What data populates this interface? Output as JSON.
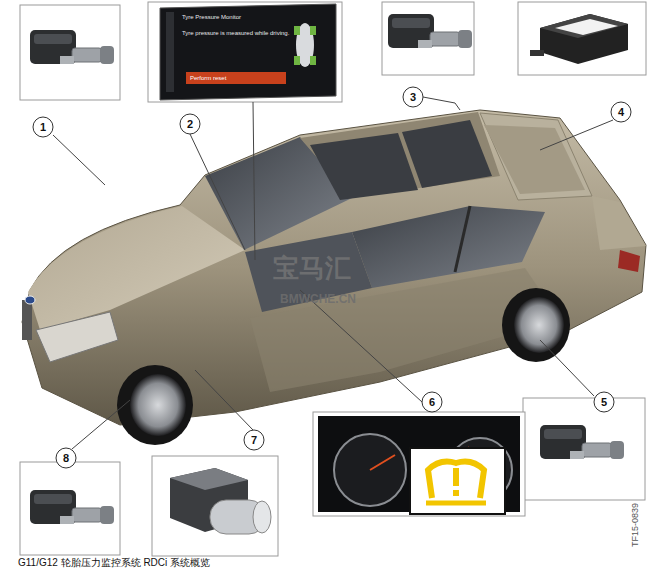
{
  "diagram": {
    "caption": "G11/G12 轮胎压力监控系统 RDCi 系统概览",
    "labels": [
      "1",
      "2",
      "3",
      "4",
      "5",
      "6",
      "7",
      "8",
      "Tyre Pressure Monitor",
      "Tyre pressure is measured while driving.",
      "Perform reset",
      "宝马汇",
      "BMWCHE.CN",
      "TF15-0839"
    ]
  }
}
